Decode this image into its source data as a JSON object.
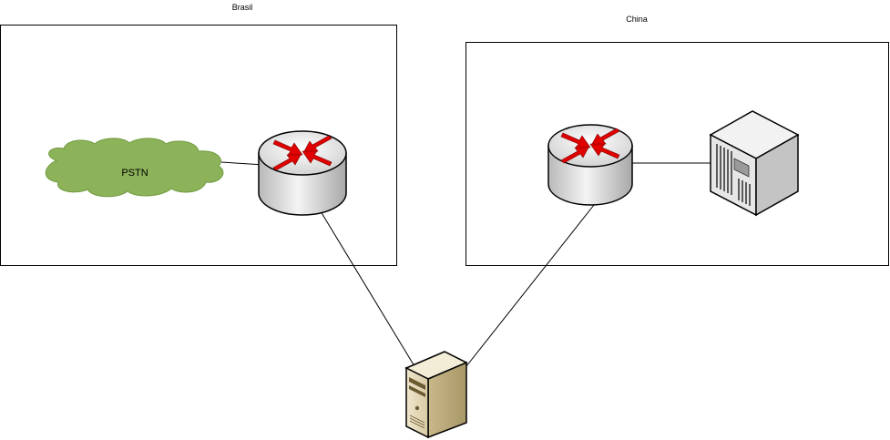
{
  "zones": {
    "brasil": {
      "label": "Brasil"
    },
    "china": {
      "label": "China"
    }
  },
  "nodes": {
    "pstn": {
      "label": "PSTN",
      "icon": "cloud-icon",
      "color": "#8db35a"
    },
    "router_brasil": {
      "icon": "router-icon"
    },
    "router_china": {
      "icon": "router-icon"
    },
    "mainframe": {
      "icon": "mainframe-icon"
    },
    "server": {
      "icon": "server-icon"
    }
  },
  "colors": {
    "arrow": "#e00000",
    "cloud_fill": "#8db35a",
    "cloud_stroke": "#6f9a3e",
    "link": "#000000"
  }
}
